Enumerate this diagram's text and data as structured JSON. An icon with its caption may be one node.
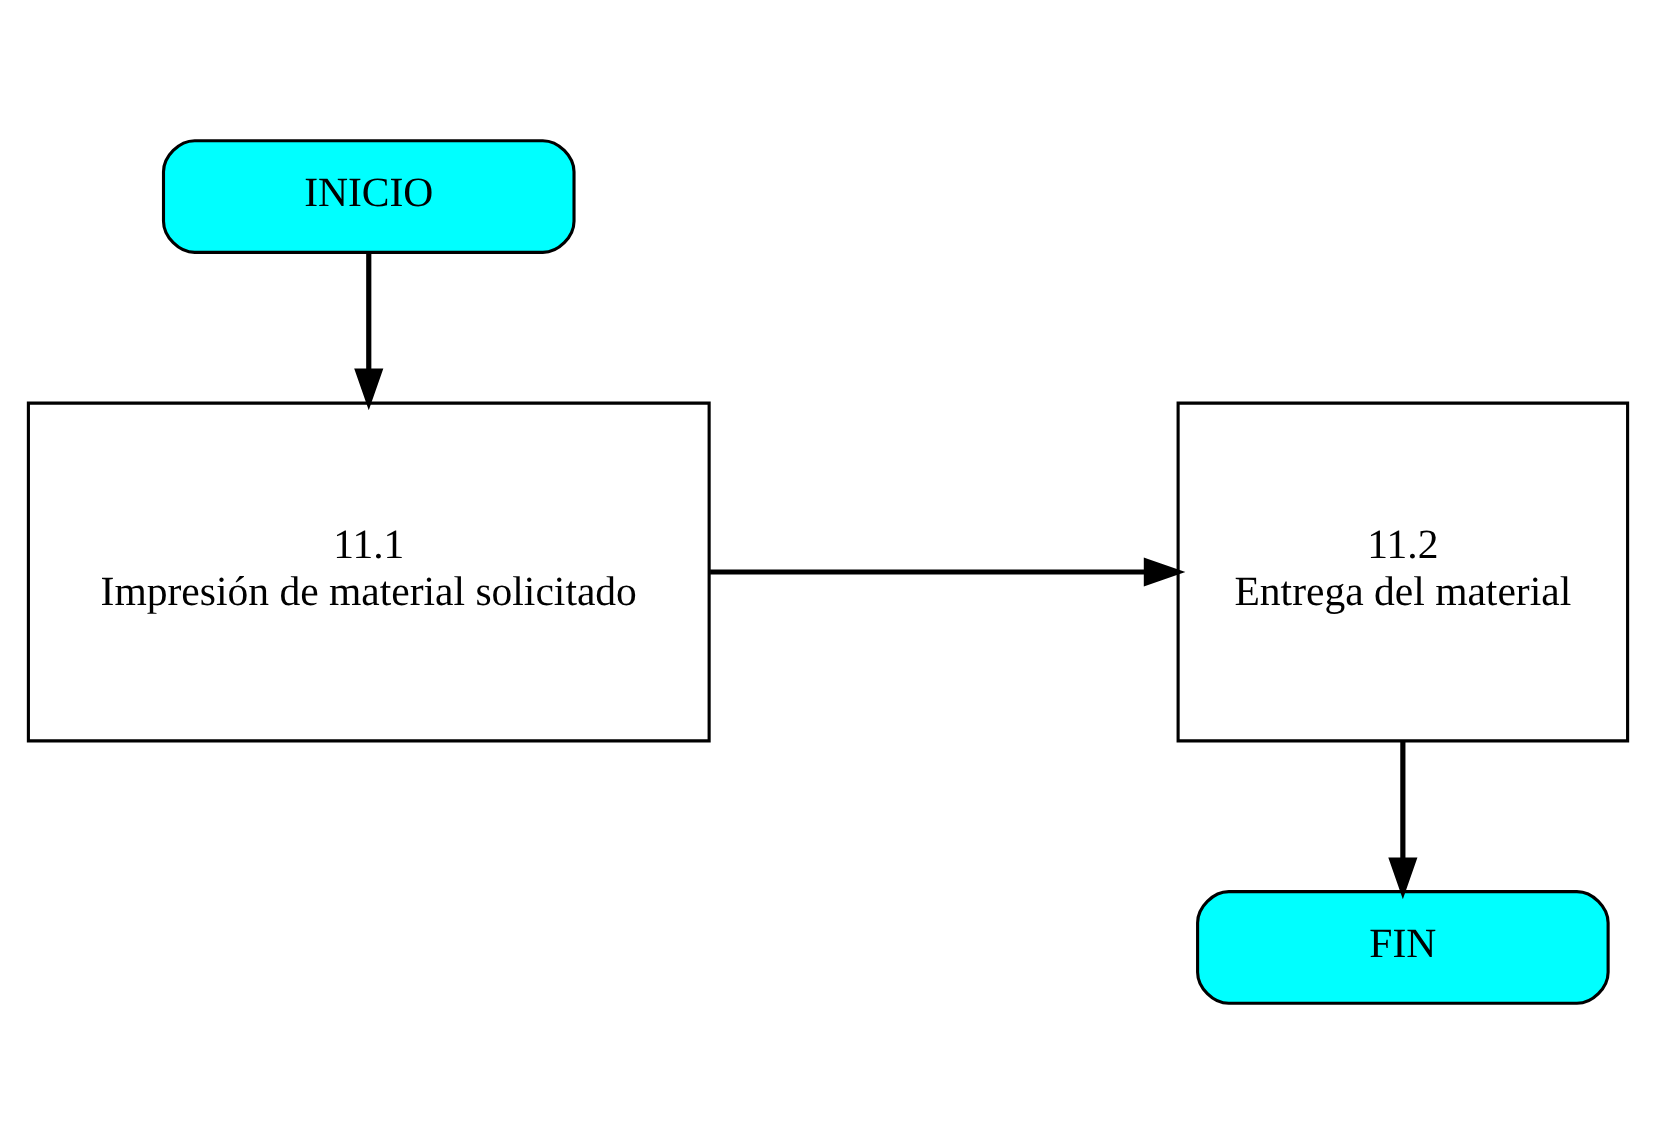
{
  "diagram": {
    "nodes": [
      {
        "text": [
          "INICIO"
        ]
      },
      {
        "text": [
          "11.1",
          "Impresión de material solicitado"
        ]
      },
      {
        "text": [
          "11.2",
          "Entrega del material"
        ]
      },
      {
        "text": [
          "FIN"
        ]
      }
    ],
    "edges": [
      {
        "from": 0,
        "to": 1,
        "arrow": "to"
      },
      {
        "from": 1,
        "to": 2,
        "arrow": "to"
      },
      {
        "from": 2,
        "to": 3,
        "arrow": "to"
      }
    ]
  }
}
